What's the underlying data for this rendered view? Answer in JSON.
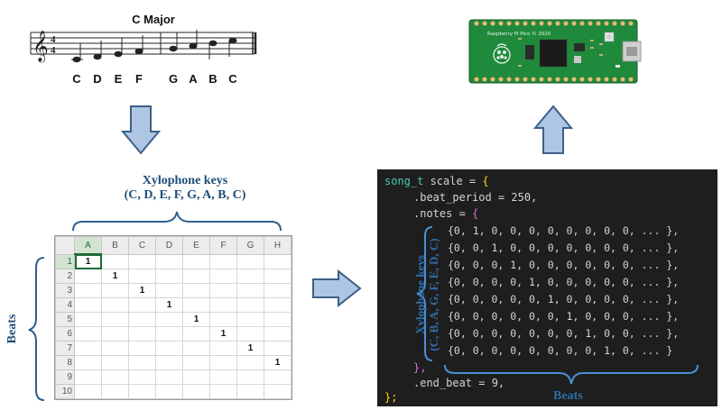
{
  "staff": {
    "title": "C Major",
    "notes": [
      "C",
      "D",
      "E",
      "F",
      "G",
      "A",
      "B",
      "C"
    ]
  },
  "xylophone": {
    "title_line1": "Xylophone keys",
    "title_line2": "(C, D, E, F, G, A, B, C)"
  },
  "beats_label": "Beats",
  "spreadsheet": {
    "columns": [
      "A",
      "B",
      "C",
      "D",
      "E",
      "F",
      "G",
      "H"
    ],
    "rows": [
      "1",
      "2",
      "3",
      "4",
      "5",
      "6",
      "7",
      "8",
      "9",
      "10"
    ],
    "cell_value": "1"
  },
  "code": {
    "line1_type": "song_t",
    "line1_rest": " scale = ",
    "line2": ".beat_period = 250,",
    "line3": ".notes = ",
    "rows": [
      "{0, 1, 0, 0, 0, 0, 0, 0, 0, 0, ... },",
      "{0, 0, 1, 0, 0, 0, 0, 0, 0, 0, ... },",
      "{0, 0, 0, 1, 0, 0, 0, 0, 0, 0, ... },",
      "{0, 0, 0, 0, 1, 0, 0, 0, 0, 0, ... },",
      "{0, 0, 0, 0, 0, 1, 0, 0, 0, 0, ... },",
      "{0, 0, 0, 0, 0, 0, 1, 0, 0, 0, ... },",
      "{0, 0, 0, 0, 0, 0, 0, 1, 0, 0, ... },",
      "{0, 0, 0, 0, 0, 0, 0, 0, 1, 0, ... }"
    ],
    "close_notes": "},",
    "end_beat": ".end_beat = 9,",
    "close_struct": "};",
    "rotated_line1": "Xylophone keys",
    "rotated_line2": "(C, B, A, G, F, E, D, C)",
    "beats": "Beats"
  },
  "board": {
    "silkscreen": "Raspberry Pi Pico © 2020"
  },
  "colors": {
    "arrow_fill": "#aec6e4",
    "arrow_stroke": "#3d5f86",
    "label_blue": "#1f4e79",
    "code_bg": "#1e1e1e",
    "board_green": "#1f8a3b"
  }
}
